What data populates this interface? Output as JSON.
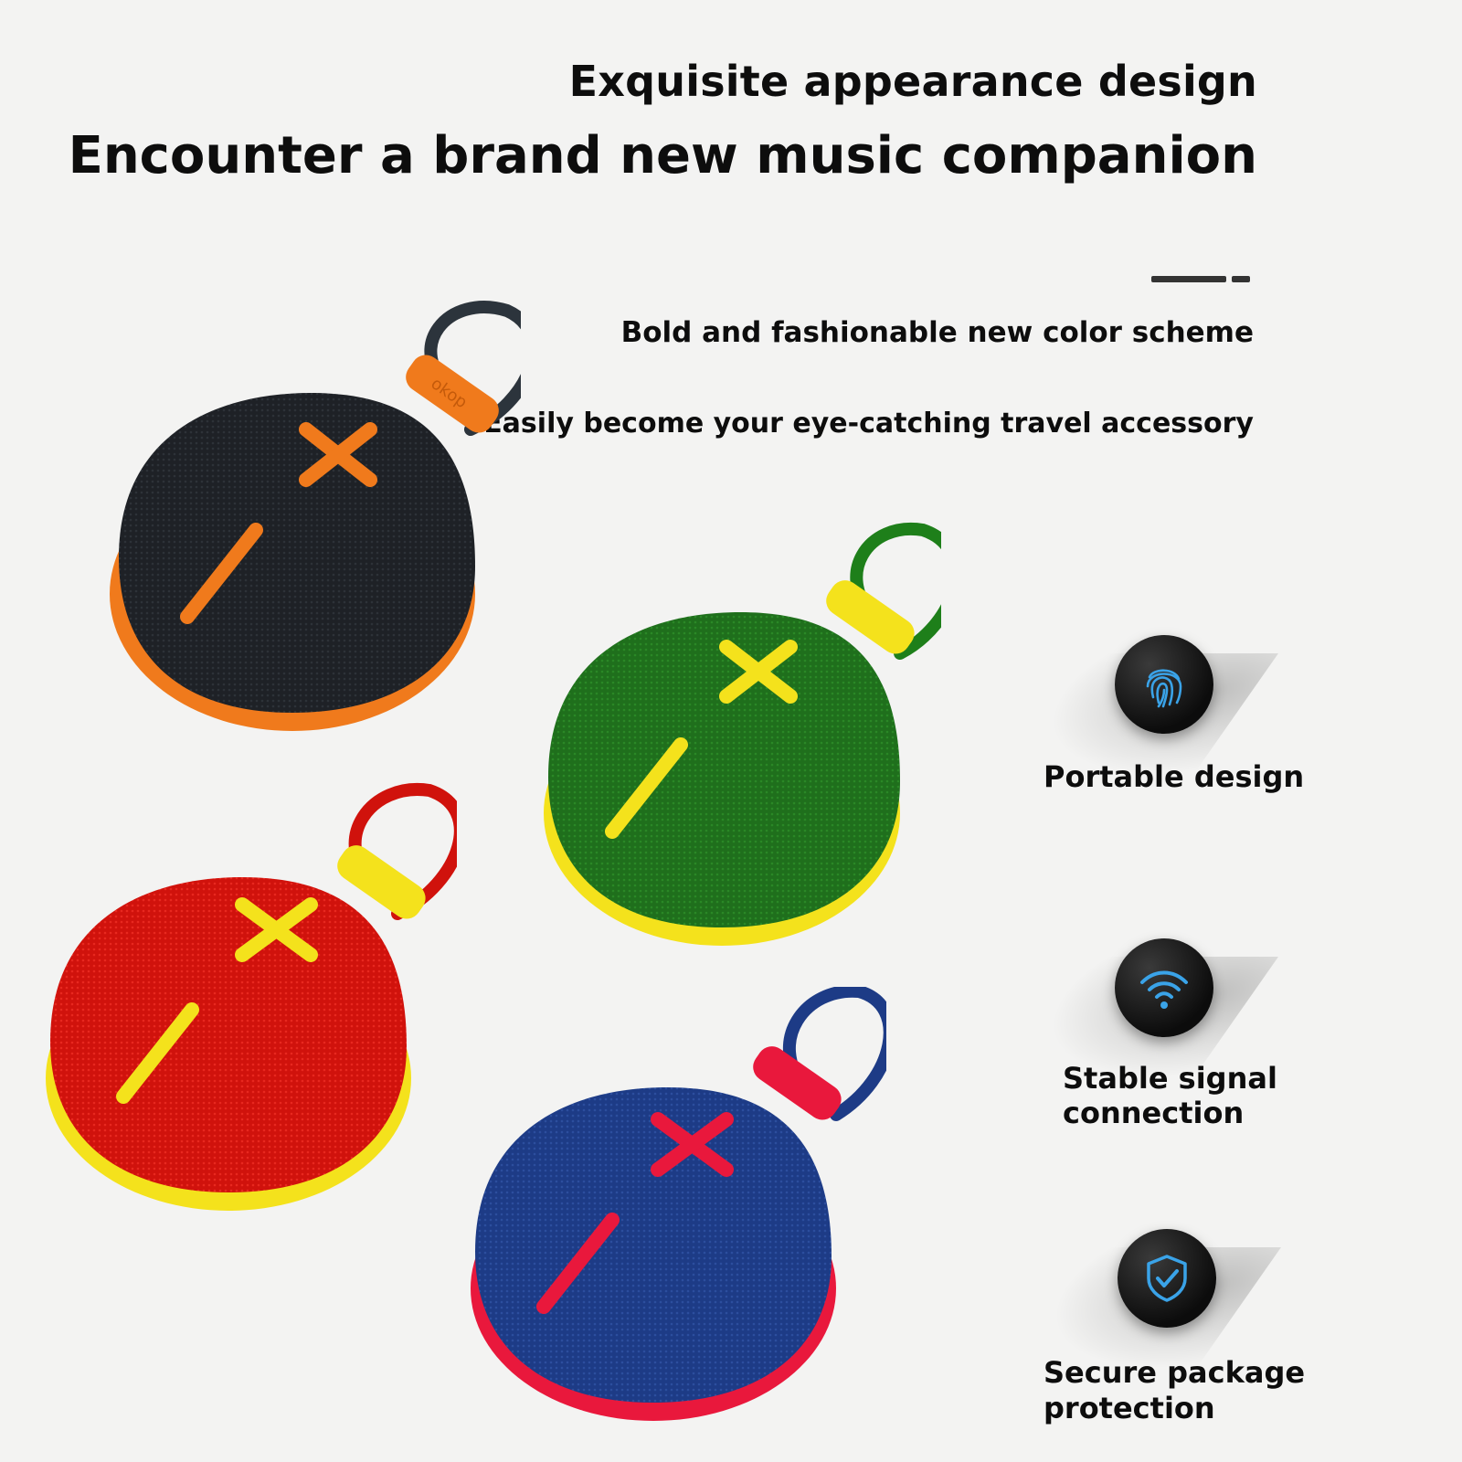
{
  "heading": {
    "line1": "Exquisite appearance design",
    "line2": "Encounter a brand new music companion"
  },
  "subheading": {
    "line1": "Bold and fashionable new color scheme",
    "line2": "Easily become your eye-catching travel accessory"
  },
  "features": [
    {
      "label": "Portable design",
      "icon": "fingerprint-icon"
    },
    {
      "label": "Stable signal connection",
      "line1": "Stable signal",
      "line2": "connection",
      "icon": "wifi-icon"
    },
    {
      "label": "Secure package protection",
      "line1": "Secure package",
      "line2": "protection",
      "icon": "shield-check-icon"
    }
  ],
  "brand_tag": "okop",
  "speakers": [
    {
      "name": "black-orange",
      "body": "#1e2126",
      "trim": "#f07a1c",
      "accent": "#f07a1c",
      "strap": "#2c343c",
      "strap_dot": "#f07a1c"
    },
    {
      "name": "green-yellow",
      "body": "#1f6f1c",
      "trim": "#f4e21c",
      "accent": "#f4e21c",
      "strap": "#1e7f1a",
      "strap_dot": "#8fd25a"
    },
    {
      "name": "red-yellow",
      "body": "#d0120c",
      "trim": "#f4e21c",
      "accent": "#f4e21c",
      "strap": "#d0120c",
      "strap_dot": "#222222"
    },
    {
      "name": "blue-red",
      "body": "#1d3b86",
      "trim": "#e9183c",
      "accent": "#e9183c",
      "strap": "#1d3b86",
      "strap_dot": "#9a5bd0"
    }
  ],
  "colors": {
    "background": "#f3f3f2",
    "icon_blue": "#3aa3e8"
  }
}
